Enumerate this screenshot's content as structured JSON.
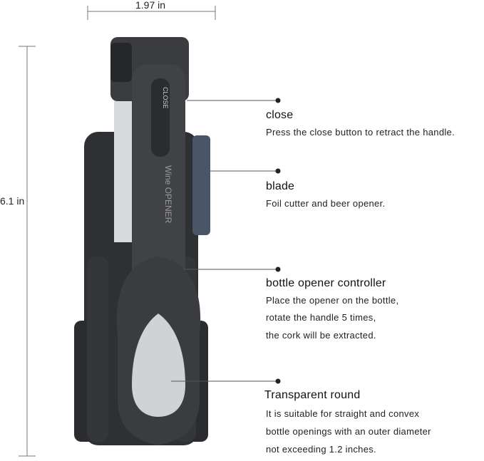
{
  "dimensions": {
    "width_label": "1.97 in",
    "height_label": "6.1 in"
  },
  "product_lettering": {
    "button": "CLOSE",
    "body": "Wine OPENER"
  },
  "callouts": [
    {
      "title": "close",
      "lines": [
        "Press the close button to retract the handle."
      ]
    },
    {
      "title": "blade",
      "lines": [
        "Foil cutter and beer opener."
      ]
    },
    {
      "title": "bottle opener controller",
      "lines": [
        "Place the opener on the bottle,",
        "rotate the handle 5 times,",
        "the cork will be extracted."
      ]
    },
    {
      "title": "Transparent round",
      "lines": [
        "It is suitable for straight and convex",
        "bottle openings with an outer diameter",
        "not exceeding 1.2 inches."
      ]
    }
  ],
  "colors": {
    "device": "#3a3c40",
    "device_dark": "#25272a",
    "leader": "#555555"
  }
}
